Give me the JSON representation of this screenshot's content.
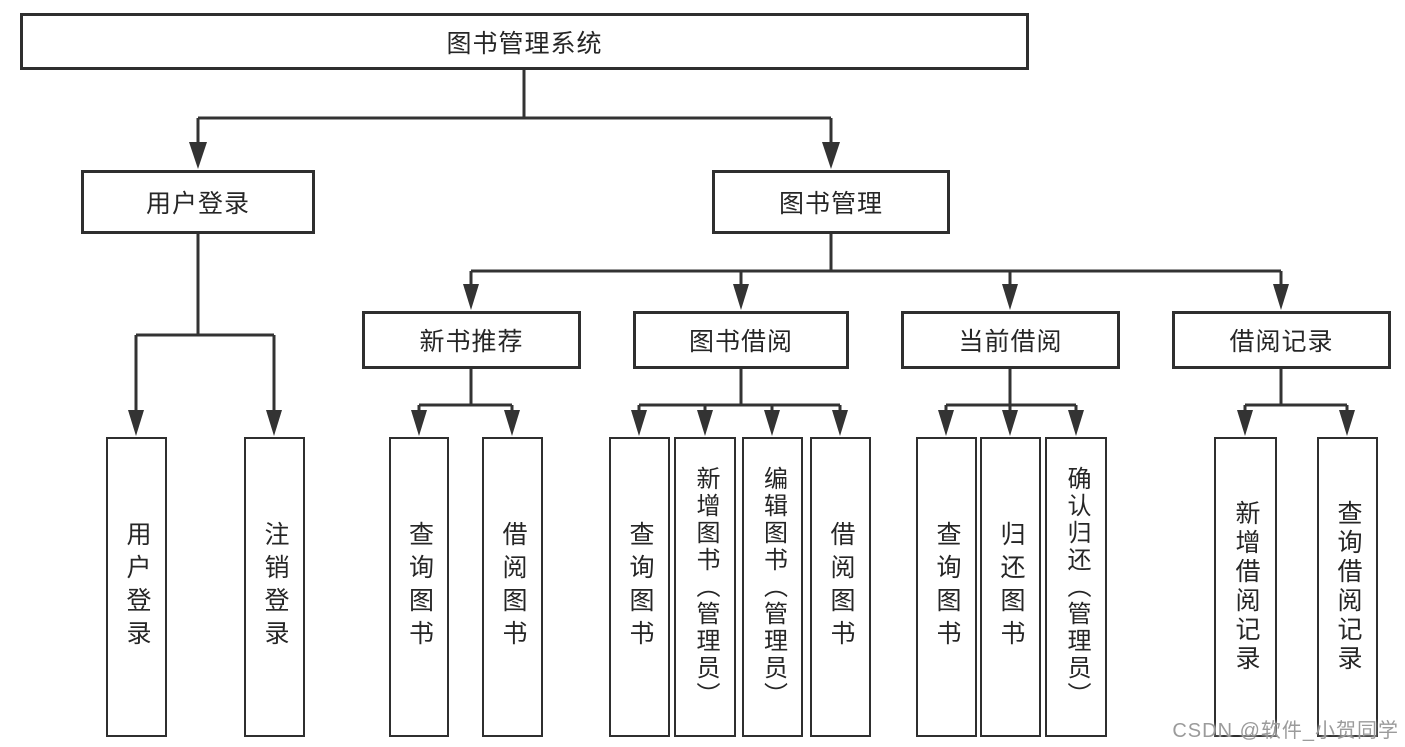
{
  "tree": {
    "root": "图书管理系统",
    "children": [
      {
        "label": "用户登录",
        "children": [
          {
            "label": "用户登录"
          },
          {
            "label": "注销登录"
          }
        ]
      },
      {
        "label": "图书管理",
        "children": [
          {
            "label": "新书推荐",
            "children": [
              {
                "label": "查询图书"
              },
              {
                "label": "借阅图书"
              }
            ]
          },
          {
            "label": "图书借阅",
            "children": [
              {
                "label": "查询图书"
              },
              {
                "label": "新增图书（管理员）"
              },
              {
                "label": "编辑图书（管理员）"
              },
              {
                "label": "借阅图书"
              }
            ]
          },
          {
            "label": "当前借阅",
            "children": [
              {
                "label": "查询图书"
              },
              {
                "label": "归还图书"
              },
              {
                "label": "确认归还（管理员）"
              }
            ]
          },
          {
            "label": "借阅记录",
            "children": [
              {
                "label": "新增借阅记录"
              },
              {
                "label": "查询借阅记录"
              }
            ]
          }
        ]
      }
    ]
  },
  "watermark": {
    "text": "CSDN @软件_小贺同学",
    "color": "#9b9b9b"
  },
  "colors": {
    "line": "#333333",
    "box_border": "#2f2f2f",
    "box_fill": "#ffffff",
    "text": "#262626",
    "background": "#ffffff",
    "watermark": "#9b9b9b"
  }
}
